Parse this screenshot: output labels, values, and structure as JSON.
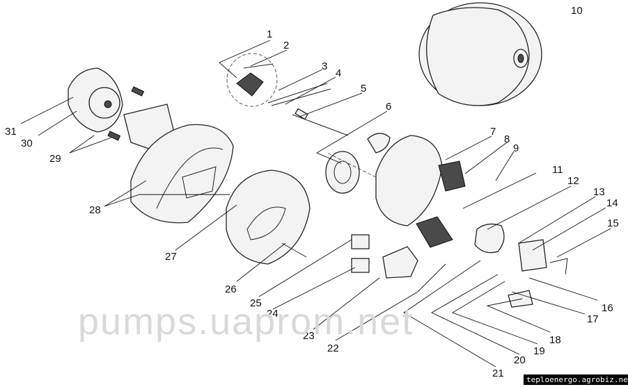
{
  "diagram": {
    "callouts": [
      "1",
      "2",
      "3",
      "4",
      "5",
      "6",
      "7",
      "8",
      "9",
      "10",
      "11",
      "12",
      "13",
      "14",
      "15",
      "16",
      "17",
      "18",
      "19",
      "20",
      "21",
      "22",
      "23",
      "24",
      "25",
      "26",
      "27",
      "28",
      "29",
      "30",
      "31"
    ]
  },
  "watermark": "pumps.uaprom.net",
  "badge": "teploenergo.agrobiz.net"
}
